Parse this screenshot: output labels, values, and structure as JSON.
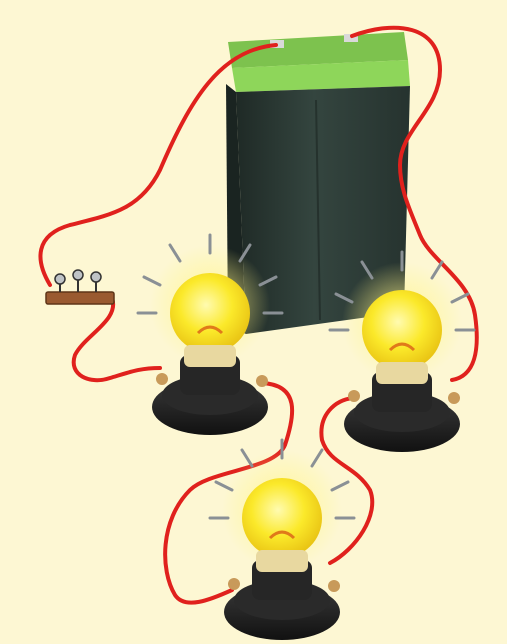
{
  "colors": {
    "background": "#fdf7d3",
    "wire": "#e0211d",
    "battery_body": "#2d3b36",
    "battery_top": "#8ed65a",
    "bulb_glass": "#fbe92a",
    "bulb_glow": "#fff68a",
    "ray": "#8a9095",
    "holder": "#1f1f1f",
    "switch_base": "#9a5a30"
  },
  "components": {
    "battery": {
      "icon": "battery-icon"
    },
    "switch": {
      "icon": "switch-icon"
    },
    "bulbs": [
      {
        "name": "bulb-left",
        "icon": "lightbulb-icon",
        "state": "lit"
      },
      {
        "name": "bulb-right",
        "icon": "lightbulb-icon",
        "state": "lit"
      },
      {
        "name": "bulb-bottom",
        "icon": "lightbulb-icon",
        "state": "lit"
      }
    ]
  }
}
